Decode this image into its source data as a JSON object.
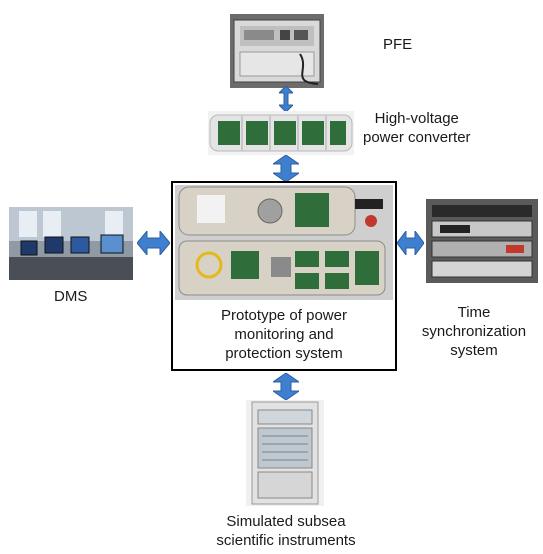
{
  "labels": {
    "pfe": "PFE",
    "hv": "High-voltage\npower converter",
    "dms": "DMS",
    "center": "Prototype of power\nmonitoring and\nprotection system",
    "time": "Time\nsynchronization\nsystem",
    "instr": "Simulated subsea\nscientific instruments"
  },
  "colors": {
    "arrow": "#3f7fcf",
    "arrow_stroke": "#2f5f9f",
    "frame": "#000000"
  }
}
